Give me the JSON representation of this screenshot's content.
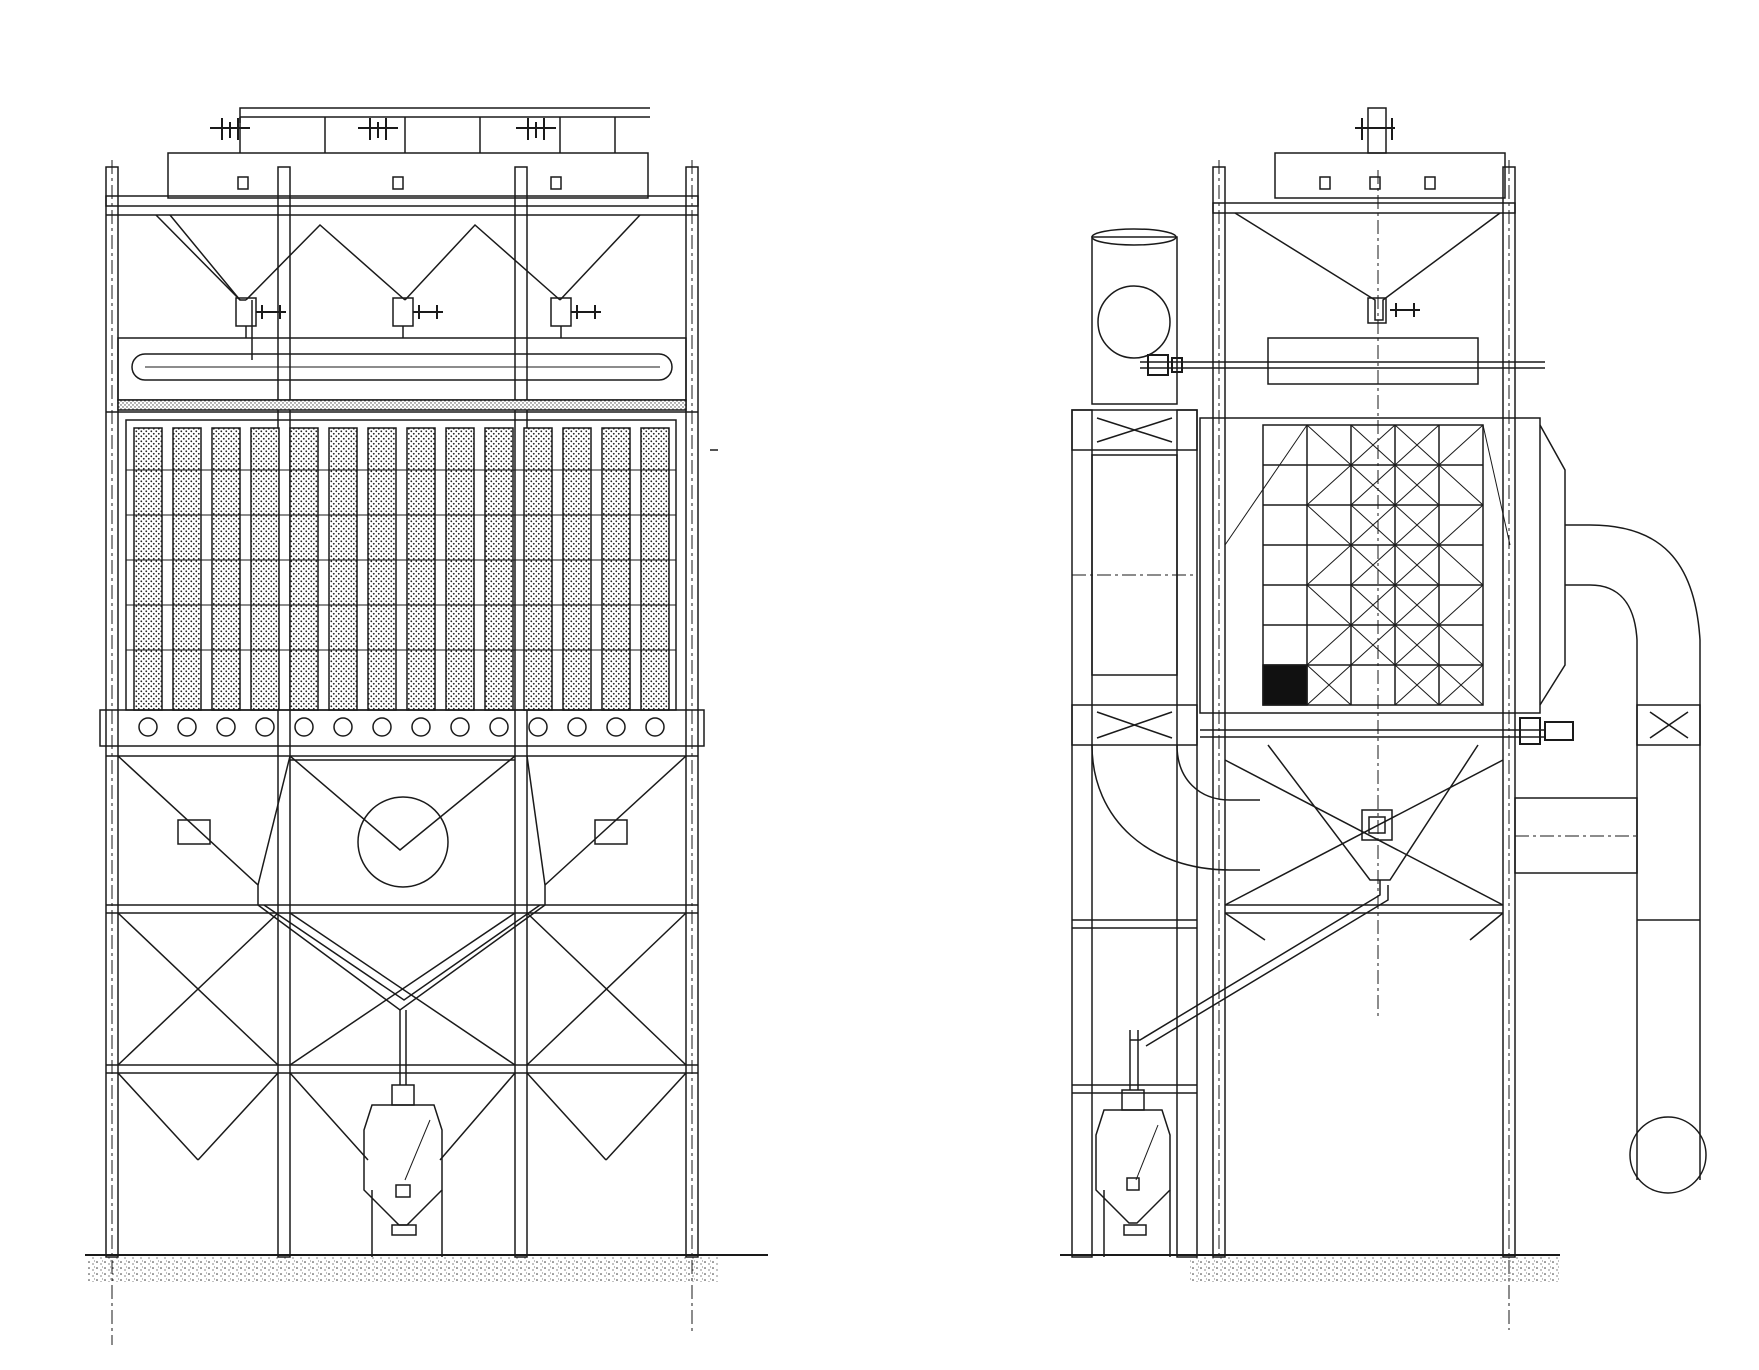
{
  "diagram": {
    "kind": "engineering-line-drawing",
    "line_color": "#1a1a1a",
    "background": "#ffffff",
    "views": [
      {
        "name": "front-elevation",
        "hopper_count": 3,
        "filter_bag_columns": 14,
        "bag_row_segments": 6,
        "foundation": "hatched-concrete"
      },
      {
        "name": "side-elevation",
        "hopper_count": 1,
        "filter_grid_columns": 5,
        "filter_grid_rows": 7,
        "foundation": "hatched-concrete"
      }
    ]
  }
}
